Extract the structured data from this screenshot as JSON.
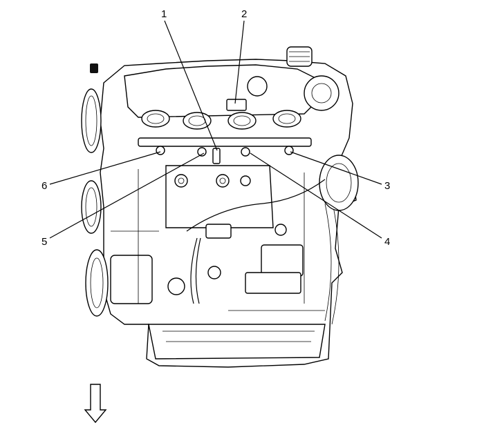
{
  "diagram": {
    "callouts": [
      {
        "id": "1",
        "label": "1"
      },
      {
        "id": "2",
        "label": "2"
      },
      {
        "id": "3",
        "label": "3"
      },
      {
        "id": "4",
        "label": "4"
      },
      {
        "id": "5",
        "label": "5"
      },
      {
        "id": "6",
        "label": "6"
      }
    ],
    "orientation_icon": "down-arrow-icon"
  }
}
